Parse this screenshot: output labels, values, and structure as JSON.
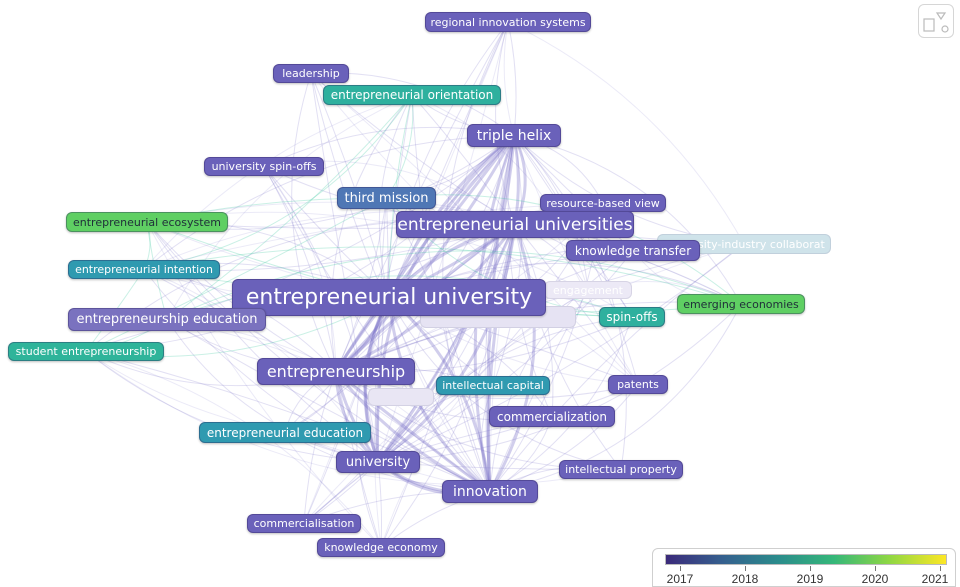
{
  "colors": {
    "edge": "#7b74c9",
    "edge_green": "#40c9a0",
    "gradient": [
      "#3b2a7a",
      "#355f8e",
      "#2b8c8c",
      "#35b779",
      "#90d743",
      "#fde725"
    ]
  },
  "legend": {
    "years": [
      "2017",
      "2018",
      "2019",
      "2020",
      "2021"
    ]
  },
  "chart_data": {
    "type": "network",
    "nodes": [
      {
        "id": "regional-innovation-systems",
        "label": "regional innovation systems",
        "year": 2017.2
      },
      {
        "id": "leadership",
        "label": "leadership",
        "year": 2017.2
      },
      {
        "id": "entrepreneurial-orientation",
        "label": "entrepreneurial orientation",
        "year": 2019.1
      },
      {
        "id": "triple-helix",
        "label": "triple helix",
        "year": 2017.2
      },
      {
        "id": "university-spin-offs",
        "label": "university spin-offs",
        "year": 2017.2
      },
      {
        "id": "third-mission",
        "label": "third mission",
        "year": 2017.9
      },
      {
        "id": "resource-based-view",
        "label": "resource-based view",
        "year": 2017.2
      },
      {
        "id": "entrepreneurial-ecosystem",
        "label": "entrepreneurial ecosystem",
        "year": 2019.8
      },
      {
        "id": "entrepreneurial-universities",
        "label": "entrepreneurial universities",
        "year": 2017.2
      },
      {
        "id": "knowledge-transfer",
        "label": "knowledge transfer",
        "year": 2017.2
      },
      {
        "id": "university-industry-collaboration",
        "label": "university-industry collaborat",
        "year": 2018.6
      },
      {
        "id": "entrepreneurial-intention",
        "label": "entrepreneurial intention",
        "year": 2018.5
      },
      {
        "id": "engagement",
        "label": "engagement",
        "year": 2017.4
      },
      {
        "id": "entrepreneurial-university",
        "label": "entrepreneurial university",
        "year": 2017.3
      },
      {
        "id": "emerging-economies",
        "label": "emerging economies",
        "year": 2019.6
      },
      {
        "id": "entrepreneurship-education",
        "label": "entrepreneurship education",
        "year": 2017.3
      },
      {
        "id": "spin-offs",
        "label": "spin-offs",
        "year": 2018.9
      },
      {
        "id": "student-entrepreneurship",
        "label": "student entrepreneurship",
        "year": 2019.0
      },
      {
        "id": "entrepreneurship",
        "label": "entrepreneurship",
        "year": 2017.2
      },
      {
        "id": "intellectual-capital",
        "label": "intellectual capital",
        "year": 2018.4
      },
      {
        "id": "patents",
        "label": "patents",
        "year": 2017.2
      },
      {
        "id": "commercialization",
        "label": "commercialization",
        "year": 2017.2
      },
      {
        "id": "entrepreneurial-education",
        "label": "entrepreneurial education",
        "year": 2018.4
      },
      {
        "id": "university",
        "label": "university",
        "year": 2017.2
      },
      {
        "id": "intellectual-property",
        "label": "intellectual property",
        "year": 2017.2
      },
      {
        "id": "innovation",
        "label": "innovation",
        "year": 2017.2
      },
      {
        "id": "commercialisation",
        "label": "commercialisation",
        "year": 2017.2
      },
      {
        "id": "knowledge-economy",
        "label": "knowledge economy",
        "year": 2017.2
      }
    ]
  }
}
